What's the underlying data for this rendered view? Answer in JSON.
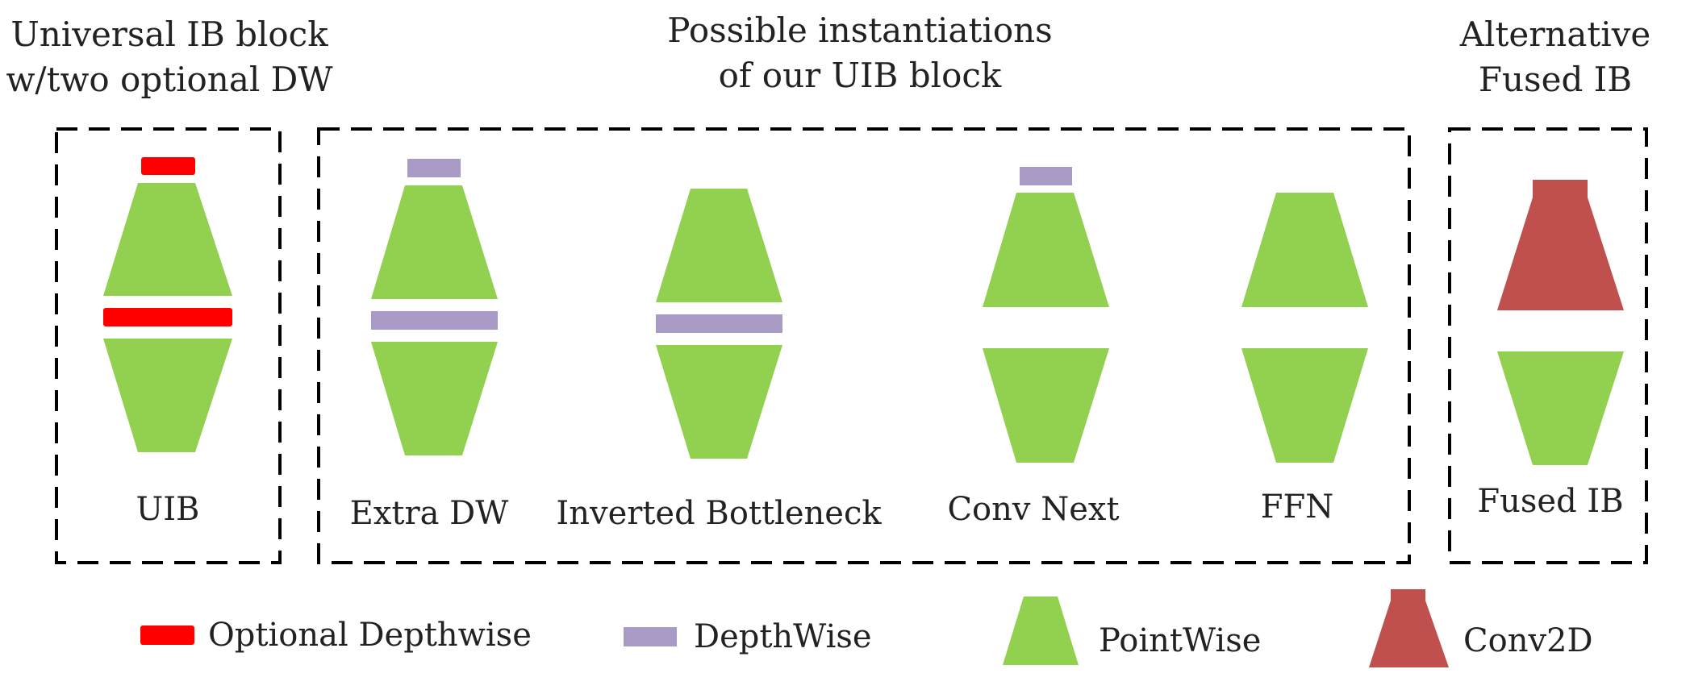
{
  "headers": {
    "uib": [
      "Universal IB block",
      "w/two optional DW"
    ],
    "instantiations": [
      "Possible instantiations",
      "of our UIB block"
    ],
    "fused": [
      "Alternative",
      "Fused IB"
    ]
  },
  "blocks": {
    "uib": "UIB",
    "extra_dw": "Extra DW",
    "inverted_bottleneck": "Inverted Bottleneck",
    "conv_next": "Conv Next",
    "ffn": "FFN",
    "fused_ib": "Fused IB"
  },
  "legend": {
    "optional_depthwise": "Optional Depthwise",
    "depthwise": "DepthWise",
    "pointwise": "PointWise",
    "conv2d": "Conv2D"
  },
  "colors": {
    "optional_depthwise": "#ff0000",
    "depthwise": "#a99bc5",
    "pointwise": "#92d050",
    "conv2d": "#c0504d",
    "border": "#000000"
  }
}
